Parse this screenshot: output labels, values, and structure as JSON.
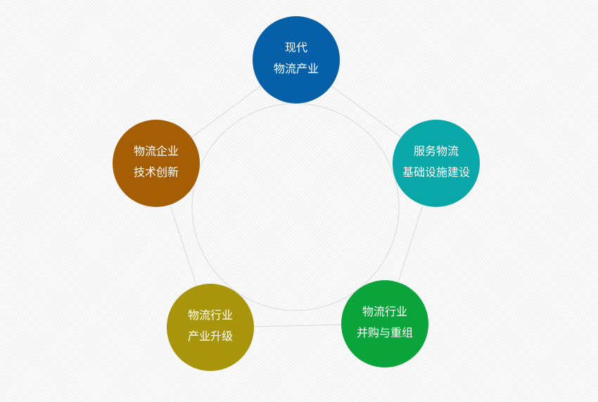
{
  "nodes": [
    {
      "id": "top",
      "line1": "现代",
      "line2": "物流产业",
      "color": "#0560a8"
    },
    {
      "id": "right",
      "line1": "服务物流",
      "line2": "基础设施建设",
      "color": "#0aa7a9"
    },
    {
      "id": "bottom-right",
      "line1": "物流行业",
      "line2": "并购与重组",
      "color": "#0aa43a"
    },
    {
      "id": "bottom-left",
      "line1": "物流行业",
      "line2": "产业升级",
      "color": "#a8950c"
    },
    {
      "id": "left",
      "line1": "物流企业",
      "line2": "技术创新",
      "color": "#a65e04"
    }
  ],
  "connector_color": "#d9d9d9"
}
